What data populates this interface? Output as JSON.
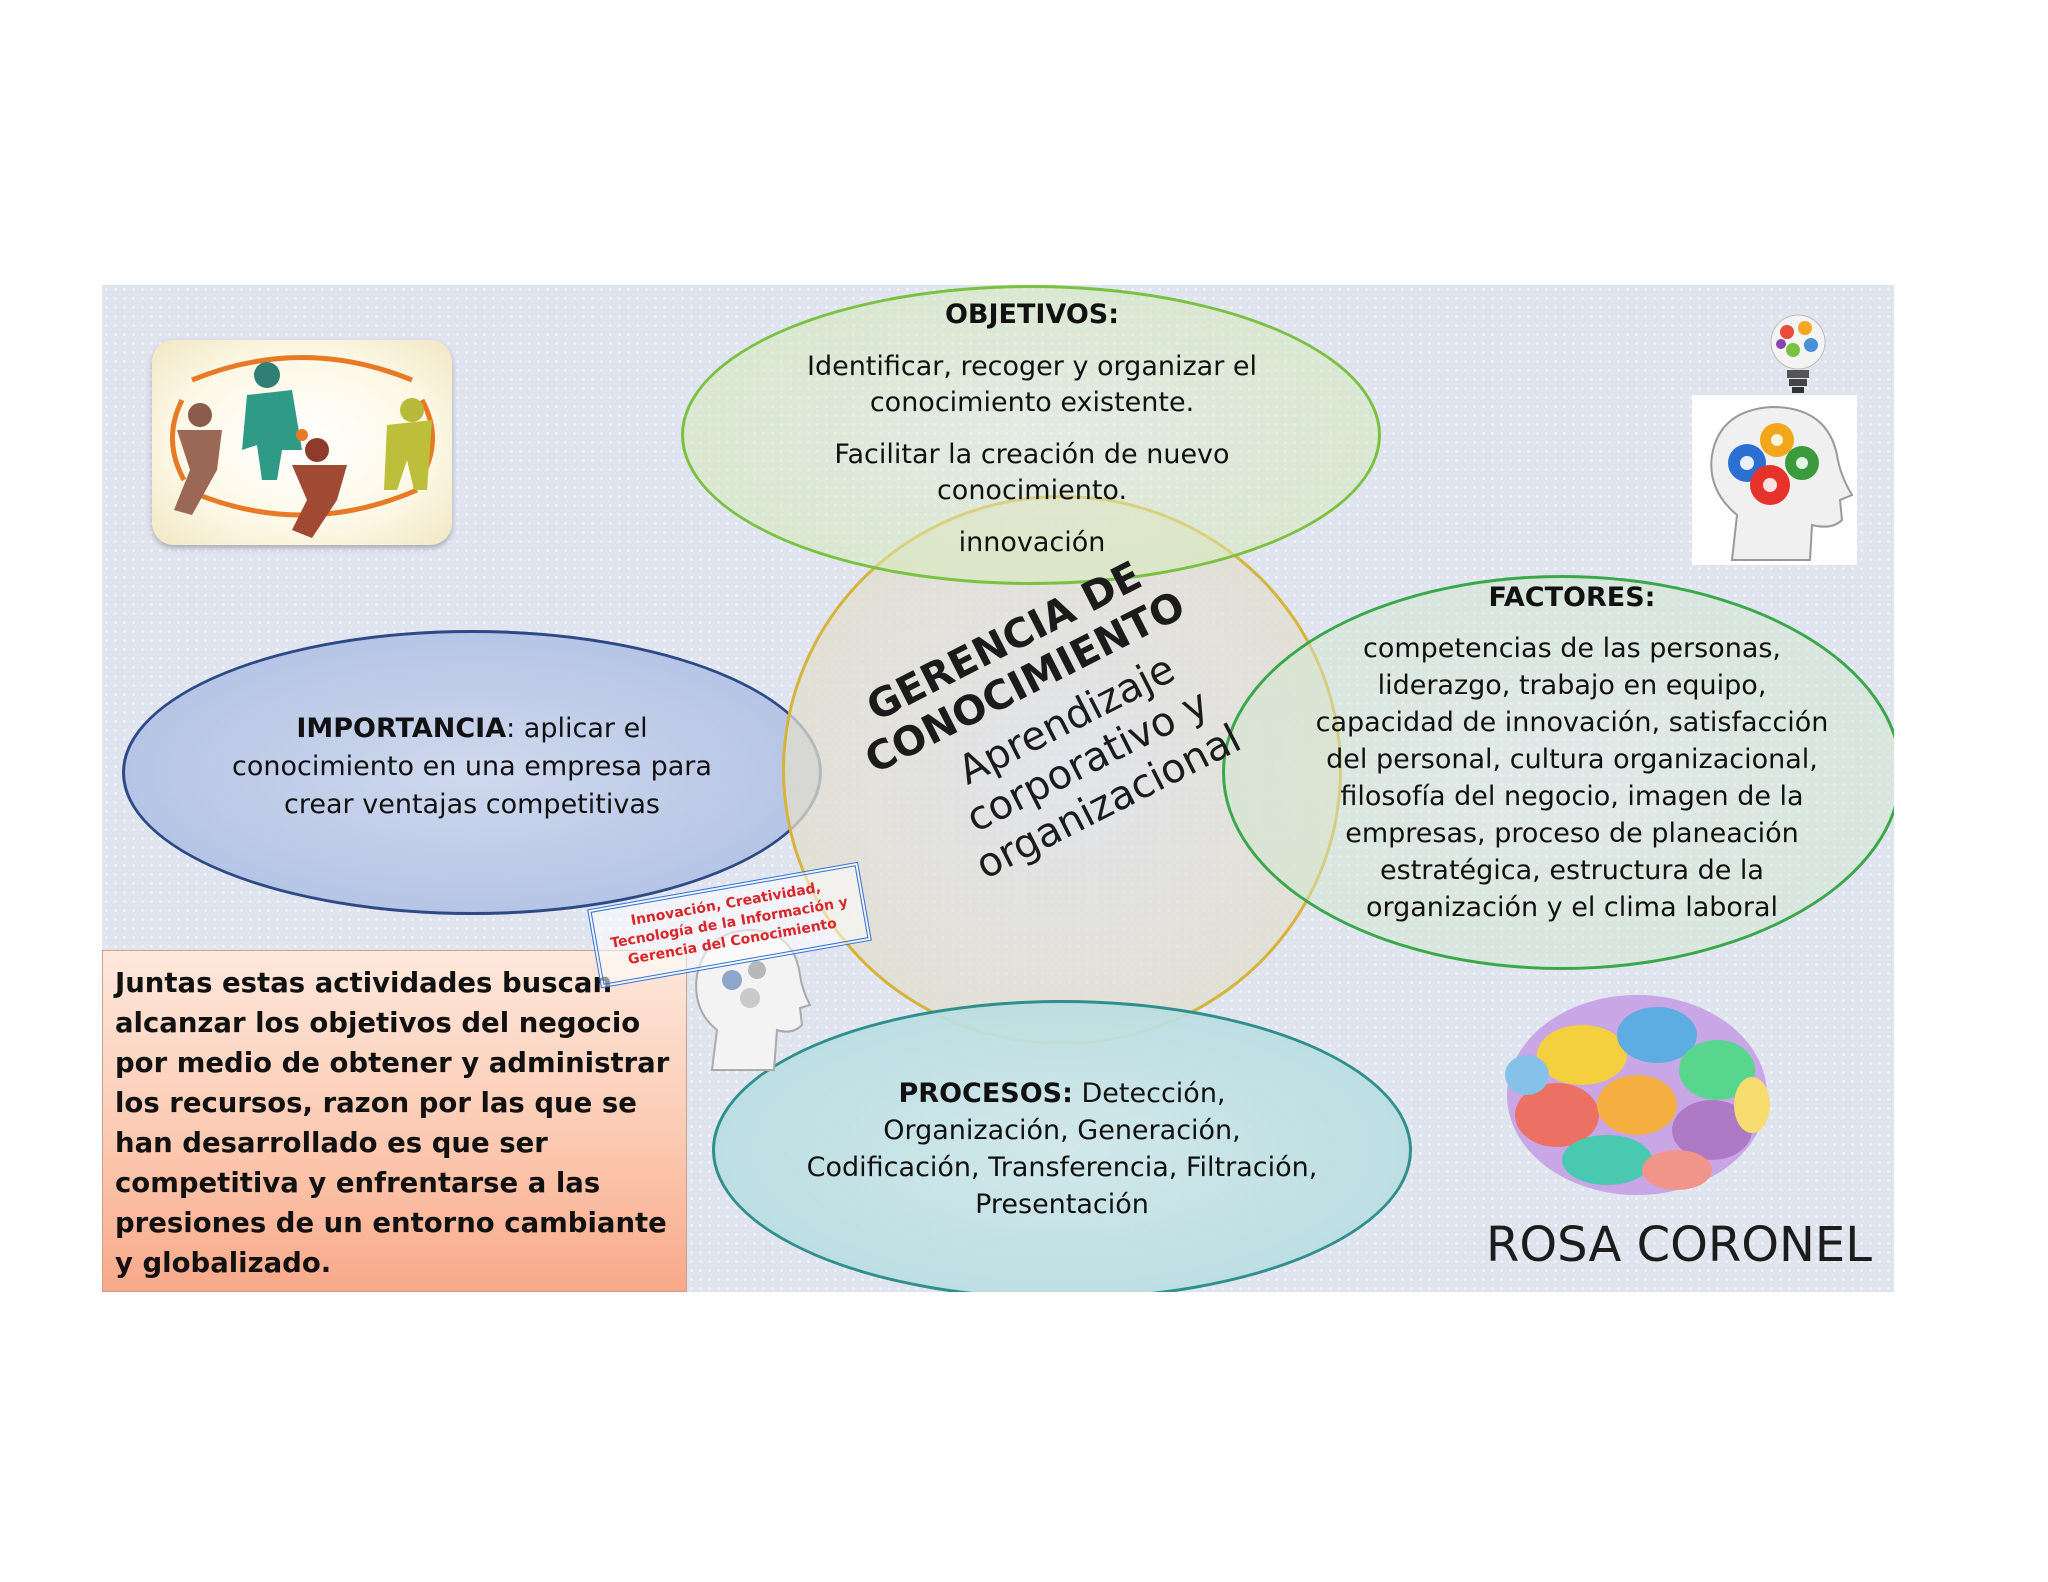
{
  "objetivos": {
    "title": "OBJETIVOS:",
    "line1": "Identificar, recoger y organizar el conocimiento existente.",
    "line2": "Facilitar la creación de nuevo conocimiento.",
    "line3": "innovación"
  },
  "center": {
    "title": "GERENCIA DE CONOCIMIENTO",
    "subtitle": "Aprendizaje corporativo y organizacional"
  },
  "importancia": {
    "label": "IMPORTANCIA",
    "text": ": aplicar el conocimiento en una empresa para crear ventajas competitivas"
  },
  "factores": {
    "title": "FACTORES:",
    "text": "competencias de las personas, liderazgo, trabajo en equipo, capacidad de innovación, satisfacción del personal, cultura organizacional, filosofía del negocio, imagen de la empresas, proceso de planeación estratégica, estructura de la organización y el clima laboral"
  },
  "procesos": {
    "label": "PROCESOS:",
    "text": " Detección, Organización, Generación, Codificación, Transferencia, Filtración, Presentación"
  },
  "summary": {
    "text": "Juntas estas actividades buscan alcanzar los objetivos del negocio por medio de obtener y administrar  los recursos, razon por las que se han desarrollado es que ser competitiva y enfrentarse a las presiones de un entorno cambiante y globalizado."
  },
  "stamp": {
    "text": "Innovación, Creatividad, Tecnología de la Información y Gerencia del Conocimiento"
  },
  "author": "ROSA CORONEL",
  "icons": {
    "people": "people-circle-illustration",
    "head_gears": "head-gears-icon",
    "bulb": "lightbulb-icon",
    "brain": "colorful-brain-illustration"
  }
}
